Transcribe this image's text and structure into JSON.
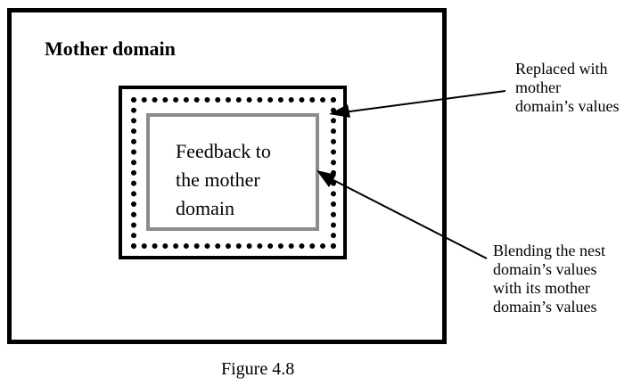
{
  "mother": {
    "title": "Mother domain"
  },
  "nest": {
    "inner_text": [
      "Feedback to",
      "the mother",
      "domain"
    ]
  },
  "annotations": {
    "replaced": [
      "Replaced with",
      "mother",
      "domain’s values"
    ],
    "blending": [
      "Blending the nest",
      "domain’s values",
      "with its mother",
      "domain’s values"
    ]
  },
  "caption": "Figure 4.8",
  "colors": {
    "outline": "#000000",
    "inner_box": "#8c8c8c"
  }
}
